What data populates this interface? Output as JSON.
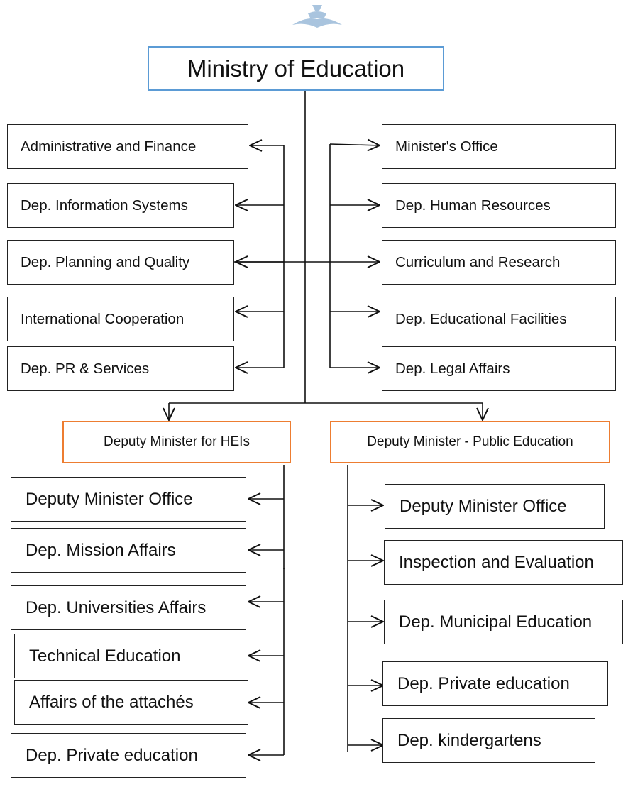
{
  "chart": {
    "root": {
      "label": "Ministry of Education"
    },
    "left_departments": [
      "Administrative and Finance",
      "Dep. Information Systems",
      "Dep. Planning and Quality",
      "International Cooperation",
      "Dep. PR & Services"
    ],
    "right_departments": [
      "Minister's Office",
      "Dep. Human Resources",
      "Curriculum and Research",
      "Dep. Educational Facilities",
      "Dep. Legal Affairs"
    ],
    "deputy_heis": {
      "label": "Deputy Minister for HEIs",
      "units": [
        "Deputy Minister Office",
        "Dep. Mission Affairs",
        "Dep. Universities Affairs",
        "Technical Education",
        "Affairs of the attachés",
        "Dep. Private education"
      ]
    },
    "deputy_public": {
      "label": "Deputy Minister - Public Education",
      "units": [
        "Deputy Minister Office",
        "Inspection and Evaluation",
        "Dep. Municipal Education",
        "Dep. Private education",
        "Dep. kindergartens"
      ]
    }
  },
  "colors": {
    "root_border": "#5b9bd5",
    "deputy_border": "#ed7d31",
    "logo": "#a9c4de"
  }
}
